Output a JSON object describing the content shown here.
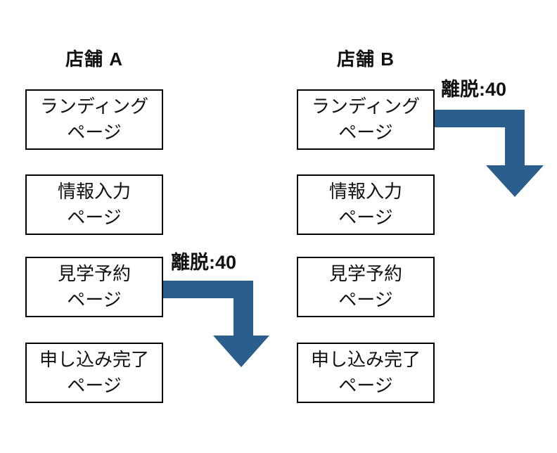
{
  "diagram": {
    "columns": [
      {
        "title": "店舗 A",
        "steps": [
          {
            "lines": [
              "ランディング",
              "ページ"
            ]
          },
          {
            "lines": [
              "情報入力",
              "ページ"
            ]
          },
          {
            "lines": [
              "見学予約",
              "ページ"
            ]
          },
          {
            "lines": [
              "申し込み完了",
              "ページ"
            ]
          }
        ],
        "exit": {
          "label": "離脱:40",
          "from_step_index": 2
        }
      },
      {
        "title": "店舗 B",
        "steps": [
          {
            "lines": [
              "ランディング",
              "ページ"
            ]
          },
          {
            "lines": [
              "情報入力",
              "ページ"
            ]
          },
          {
            "lines": [
              "見学予約",
              "ページ"
            ]
          },
          {
            "lines": [
              "申し込み完了",
              "ページ"
            ]
          }
        ],
        "exit": {
          "label": "離脱:40",
          "from_step_index": 0
        }
      }
    ],
    "colors": {
      "arrow": "#2A5E8C",
      "box_border": "#000000",
      "text": "#111111",
      "background": "#FFFFFF"
    }
  }
}
